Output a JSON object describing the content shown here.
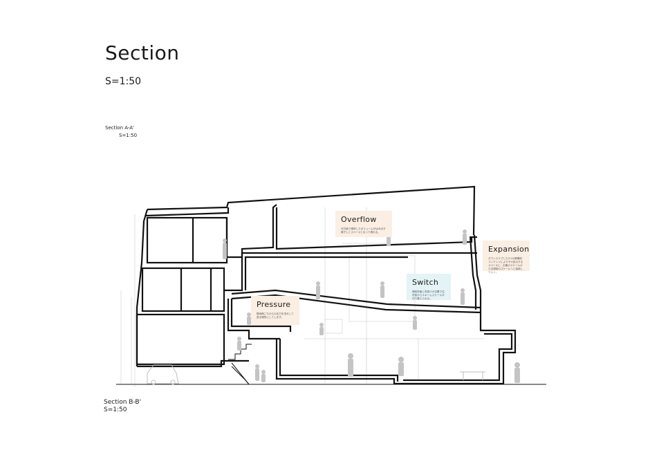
{
  "page": {
    "title": "Section",
    "scale": "S=1:50"
  },
  "section_a": {
    "label": "Section A-A'",
    "scale": "S=1:50"
  },
  "section_b": {
    "label": "Section B-B'",
    "scale": "S=1:50"
  },
  "callouts": {
    "overflow": {
      "title": "Overflow",
      "text": "天井面で傾斜したボリュームがはみ出す様子しとスペースとなって現れる。"
    },
    "expansion": {
      "title": "Expansion",
      "text": "ダウンスラブした3つの層構成コンテンツによりその拡大するスペースに、広義のスケールから法規制のスケールへと接続していく。"
    },
    "switch": {
      "title": "Switch",
      "text": "傾斜床面と吹抜けの位置で住宅前からスキームスケールが切り替えられる。"
    },
    "pressure": {
      "title": "Pressure",
      "text": "隣地側ごろからの圧力を流れして居る場所にしてします。"
    }
  },
  "colors": {
    "line": "#111111",
    "figure": "#c4c4c4",
    "ghost": "#d9d9d9",
    "callout_warm": "#fbeee2",
    "callout_cool": "#e3f3f6"
  }
}
